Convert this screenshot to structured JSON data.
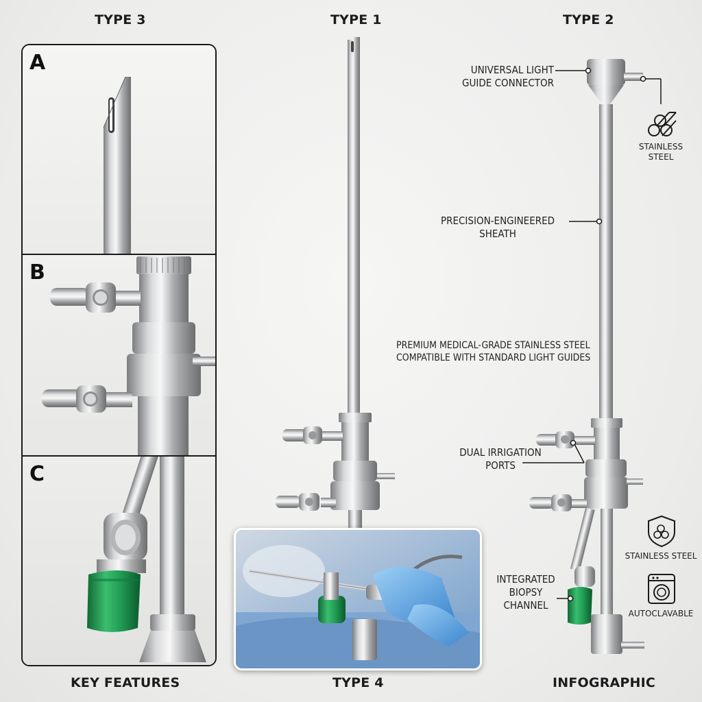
{
  "headers": {
    "type3": "TYPE 3",
    "type1": "TYPE 1",
    "type2": "TYPE 2",
    "key_features": "KEY FEATURES",
    "type4": "TYPE 4",
    "infographic": "INFOGRAPHIC"
  },
  "panel": {
    "letters": [
      "A",
      "B",
      "C"
    ]
  },
  "callouts": {
    "light_guide_1": "UNIVERSAL LIGHT",
    "light_guide_2": "GUIDE CONNECTOR",
    "sheath_1": "PRECISION-ENGINEERED",
    "sheath_2": "SHEATH",
    "premium_1": "PREMIUM MEDICAL-GRADE STAINLESS STEEL",
    "premium_2": "COMPATIBLE WITH STANDARD LIGHT GUIDES",
    "irrigation_1": "DUAL IRRIGATION",
    "irrigation_2": "PORTS",
    "biopsy_1": "INTEGRATED",
    "biopsy_2": "BIOPSY",
    "biopsy_3": "CHANNEL"
  },
  "badges": {
    "steel_top_1": "STAINLESS",
    "steel_top_2": "STEEL",
    "steel_shield": "STAINLESS STEEL",
    "autoclavable": "AUTOCLAVABLE"
  },
  "icons": {
    "steel_rods": "stainless-steel-rods-icon",
    "shield": "shield-icon",
    "washer": "autoclave-icon"
  },
  "colors": {
    "steel_light": "#e6e6e4",
    "steel_dark": "#8a8b8c",
    "accent_green": "#1f8e4c",
    "glove_blue": "#6fb0e6"
  }
}
